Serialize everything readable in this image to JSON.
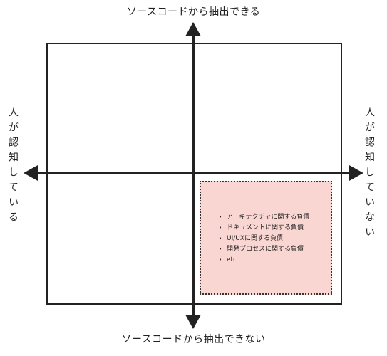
{
  "axes": {
    "top": "ソースコードから抽出できる",
    "bottom": "ソースコードから抽出できない",
    "left": "人が認知している",
    "right": "人が認知していない"
  },
  "quadrant": {
    "highlight_color": "#f9d6d1",
    "items": [
      "アーキテクチャに関する負債",
      "ドキュメントに関する負債",
      "UI/UXに関する負債",
      "開発プロセスに関する負債",
      "etc"
    ]
  }
}
